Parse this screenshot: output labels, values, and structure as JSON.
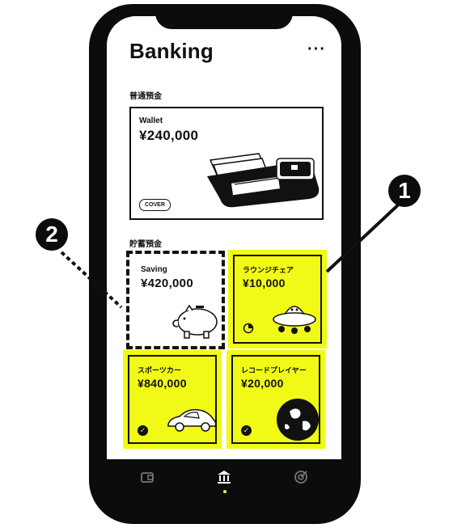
{
  "header": {
    "title": "Banking",
    "more_label": "···"
  },
  "sections": {
    "checking_label": "普通預金",
    "savings_label": "貯蓄預金"
  },
  "wallet": {
    "name": "Wallet",
    "amount": "¥240,000",
    "badge": "COVER"
  },
  "savings": [
    {
      "name": "Saving",
      "amount": "¥420,000"
    },
    {
      "name": "ラウンジチェア",
      "amount": "¥10,000"
    },
    {
      "name": "スポーツカー",
      "amount": "¥840,000"
    },
    {
      "name": "レコードプレイヤー",
      "amount": "¥20,000"
    }
  ],
  "callouts": {
    "one": "1",
    "two": "2"
  },
  "tabs": [
    "wallet-icon",
    "bank-icon",
    "target-icon"
  ],
  "colors": {
    "accent": "#f0fa16",
    "ink": "#111111"
  }
}
